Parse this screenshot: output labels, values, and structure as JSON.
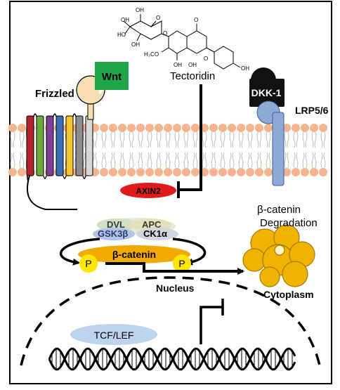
{
  "labels": {
    "wnt": "Wnt",
    "frizzled": "Frizzled",
    "tectoridin": "Tectoridin",
    "dkk1": "DKK-1",
    "lrp56": "LRP5/6",
    "axin2": "AXIN2",
    "dvl": "DVL",
    "apc": "APC",
    "gsk3b": "GSK3β",
    "ck1a": "CK1α",
    "bcatenin": "β-catenin",
    "p_left": "P",
    "p_right": "P",
    "degradation_line1": "β-catenin",
    "degradation_line2": "Degradation",
    "nucleus": "Nucleus",
    "cytoplasm": "Cytoplasm",
    "tcf_lef": "TCF/LEF",
    "chem_h3co": "H₃CO",
    "chem_oh1": "OH",
    "chem_oh2": "OH",
    "chem_oh3": "OH",
    "chem_oh4": "OH",
    "chem_oh5": "OH",
    "chem_oh6": "OH",
    "chem_o1": "O",
    "chem_o2": "O",
    "chem_o3": "O",
    "chem_o4": "O",
    "chem_ho": "HO"
  },
  "colors": {
    "wnt": "#1fa64a",
    "frizzled_receptor": "#f6deb0",
    "dkk1": "#111111",
    "lrp56": "#8fa9d6",
    "axin2": "#e01b1b",
    "bcatenin": "#f2a900",
    "phosphate": "#ffe600",
    "degradation_complex": "#f0b400",
    "tcf_lef": "#bcd4ee",
    "membrane_head": "#f3b48f",
    "helices": [
      "#b5242c",
      "#6da83a",
      "#7e3f98",
      "#3d6fb6",
      "#f4c531",
      "#8d8d8d"
    ]
  },
  "icons": {
    "wnt": "wnt-ligand-icon",
    "frizzled": "frizzled-receptor-icon",
    "lrp56": "lrp-coreceptor-icon",
    "degradation": "proteasome-cluster-icon",
    "dna": "dna-helix-icon",
    "inhibition": "inhibition-arrow-icon"
  }
}
